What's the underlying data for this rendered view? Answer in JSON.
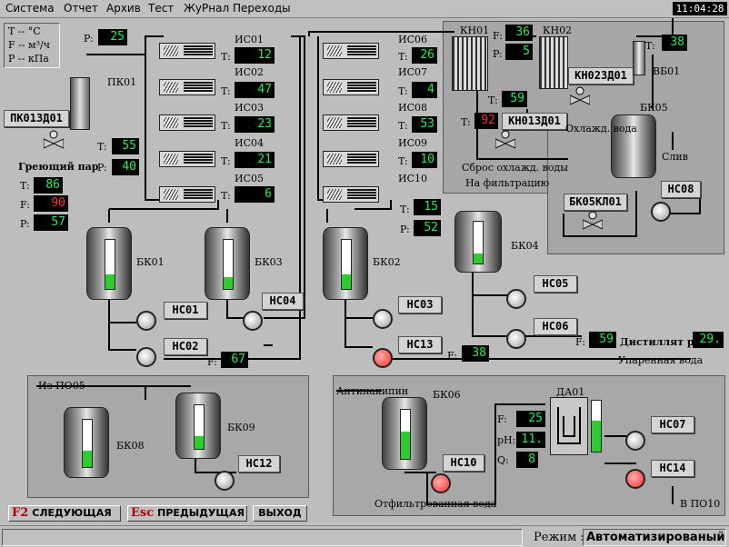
{
  "menu": [
    "Система",
    "Отчет",
    "Архив",
    "Тест",
    "ЖуРнал",
    "Переходы"
  ],
  "clock": "11:04:28",
  "legend": {
    "t": "T -- °C",
    "f": "F -- м³/ч",
    "p": "P -- кПа"
  },
  "pk01": {
    "p_label": "P:",
    "p_value": "25",
    "name": "ПК01",
    "valve_tag": "ПК013Д01",
    "steam": "Греющий пар",
    "t_label": "T:",
    "t_value": "55",
    "p2_label": "P:",
    "p2_value": "40",
    "t3_label": "T:",
    "t3_value": "86",
    "f_label": "F:",
    "f_value": "90",
    "p3_label": "P:",
    "p3_value": "57"
  },
  "exch_left": [
    {
      "name": "ИС01",
      "t": "12"
    },
    {
      "name": "ИС02",
      "t": "47"
    },
    {
      "name": "ИС03",
      "t": "23"
    },
    {
      "name": "ИС04",
      "t": "21"
    },
    {
      "name": "ИС05",
      "t": "6"
    }
  ],
  "exch_right": [
    {
      "name": "ИС06",
      "t": "26"
    },
    {
      "name": "ИС07",
      "t": "4"
    },
    {
      "name": "ИС08",
      "t": "53"
    },
    {
      "name": "ИС09",
      "t": "10"
    },
    {
      "name": "ИС10",
      "t": ""
    }
  ],
  "t_label": "T:",
  "is10": {
    "t_value": "15",
    "p_label": "P:",
    "p_value": "52"
  },
  "tanks": {
    "bk01": "БК01",
    "bk03": "БК03",
    "bk02": "БК02",
    "bk04": "БК04",
    "bk08": "БК08",
    "bk09": "БК09",
    "bk06": "БК06",
    "bk05": "БК05",
    "da01": "ДА01"
  },
  "pumps": {
    "ns01": "НС01",
    "ns02": "НС02",
    "ns04": "НС04",
    "ns03": "НС03",
    "ns13": "НС13",
    "ns05": "НС05",
    "ns06": "НС06",
    "ns12": "НС12",
    "ns10": "НС10",
    "ns07": "НС07",
    "ns14": "НС14",
    "ns08": "НС08"
  },
  "ns02_f": {
    "label": "F:",
    "value": "67"
  },
  "ns13_f": {
    "label": "F:",
    "value": "38"
  },
  "ns06_f": {
    "label": "F:",
    "value": "59"
  },
  "distillate": {
    "label": "Дистиллят pH:",
    "value": "29."
  },
  "evap_water": "Упаренная вода",
  "kn": {
    "kn01": "КН01",
    "kn02": "КН02",
    "f_label": "F:",
    "f_value": "36",
    "p_label": "P:",
    "p_value": "5",
    "t_label": "T:",
    "t_value": "59",
    "t2_label": "T:",
    "t2_value": "92",
    "valve1": "КН013Д01",
    "valve2": "КН023Д01",
    "t3_label": "T:",
    "t3_value": "38",
    "vb01": "ВБ01",
    "cool_water": "Охлажд. вода",
    "dump": "Сброс охлажд. воды",
    "filtration": "На фильтрацию",
    "drain": "Слив",
    "valve3": "БК05КЛ01"
  },
  "bottom_left": {
    "from": "Из ПО05"
  },
  "bottom_right": {
    "antiscale": "Антинакипин",
    "filtered": "Отфильтрованная вода",
    "to": "В ПО10",
    "f_label": "F:",
    "f_value": "25",
    "ph_label": "pH:",
    "ph_value": "11.",
    "q_label": "Q:",
    "q_value": "8"
  },
  "levels": {
    "bk01": 0.3,
    "bk03": 0.25,
    "bk02": 0.3,
    "bk04": 0.25,
    "bk08": 0.35,
    "bk09": 0.3,
    "bk06": 0.55,
    "da01": 0.6
  },
  "buttons": {
    "f2_key": "F2",
    "f2_label": "СЛЕДУЮЩАЯ",
    "esc_key": "Esc",
    "esc_label": "ПРЕДЫДУЩАЯ",
    "exit_label": "ВЫХОД"
  },
  "status": {
    "mode_label": "Режим :",
    "mode_value": "Автоматизированый"
  }
}
